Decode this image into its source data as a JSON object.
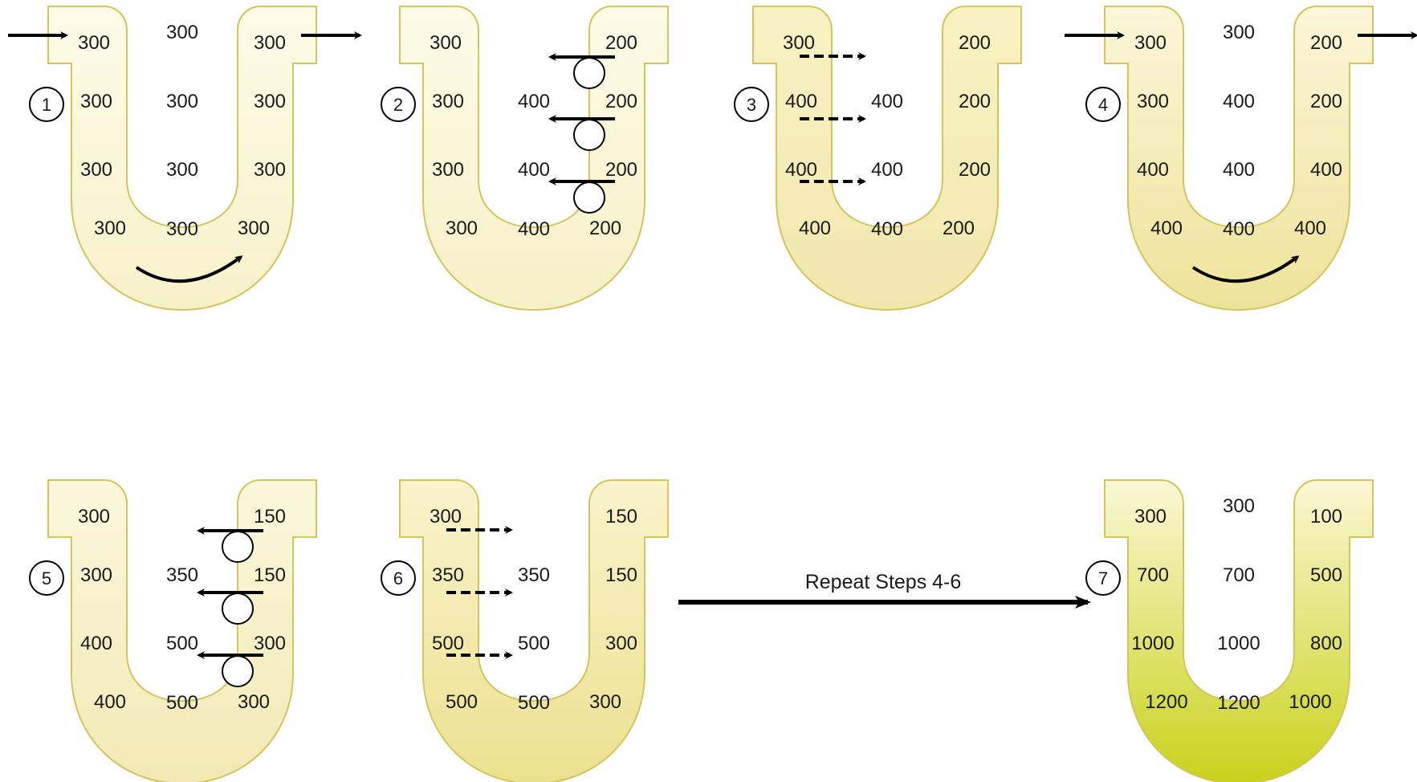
{
  "colors": {
    "tube_stroke": "#d4c45a",
    "tube_fill_light": "#fbf8dc",
    "tube_fill_mid": "#f3ebb6",
    "tube_fill_dark": "#cfd61a",
    "arrow": "#000000"
  },
  "repeat_label": "Repeat Steps 4-6",
  "steps": [
    {
      "number": "1",
      "top_center": "300",
      "left": [
        "300",
        "300",
        "300",
        "300"
      ],
      "middle": [
        "300",
        "300",
        "300"
      ],
      "right": [
        "300",
        "300",
        "300",
        "300"
      ],
      "flow": "in-out-with-curve",
      "mechanism": "none"
    },
    {
      "number": "2",
      "top_center": "",
      "left": [
        "300",
        "300",
        "300",
        "300"
      ],
      "middle": [
        "400",
        "400",
        "400"
      ],
      "right": [
        "200",
        "200",
        "200",
        "200"
      ],
      "flow": "none",
      "mechanism": "pumps"
    },
    {
      "number": "3",
      "top_center": "",
      "left": [
        "300",
        "400",
        "400",
        "400"
      ],
      "middle": [
        "400",
        "400",
        "400"
      ],
      "right": [
        "200",
        "200",
        "200",
        "200"
      ],
      "flow": "none",
      "mechanism": "diffusion"
    },
    {
      "number": "4",
      "top_center": "300",
      "left": [
        "300",
        "300",
        "400",
        "400"
      ],
      "middle": [
        "400",
        "400",
        "400"
      ],
      "right": [
        "200",
        "200",
        "400",
        "400"
      ],
      "flow": "in-out-with-curve",
      "mechanism": "none"
    },
    {
      "number": "5",
      "top_center": "",
      "left": [
        "300",
        "300",
        "400",
        "400"
      ],
      "middle": [
        "350",
        "500",
        "500"
      ],
      "right": [
        "150",
        "150",
        "300",
        "300"
      ],
      "flow": "none",
      "mechanism": "pumps"
    },
    {
      "number": "6",
      "top_center": "",
      "left": [
        "300",
        "350",
        "500",
        "500"
      ],
      "middle": [
        "350",
        "500",
        "500"
      ],
      "right": [
        "150",
        "150",
        "300",
        "300"
      ],
      "flow": "none",
      "mechanism": "diffusion"
    },
    {
      "number": "7",
      "top_center": "300",
      "left": [
        "300",
        "700",
        "1000",
        "1200"
      ],
      "middle": [
        "700",
        "1000",
        "1200"
      ],
      "right": [
        "100",
        "500",
        "800",
        "1000"
      ],
      "flow": "none",
      "mechanism": "none"
    }
  ]
}
